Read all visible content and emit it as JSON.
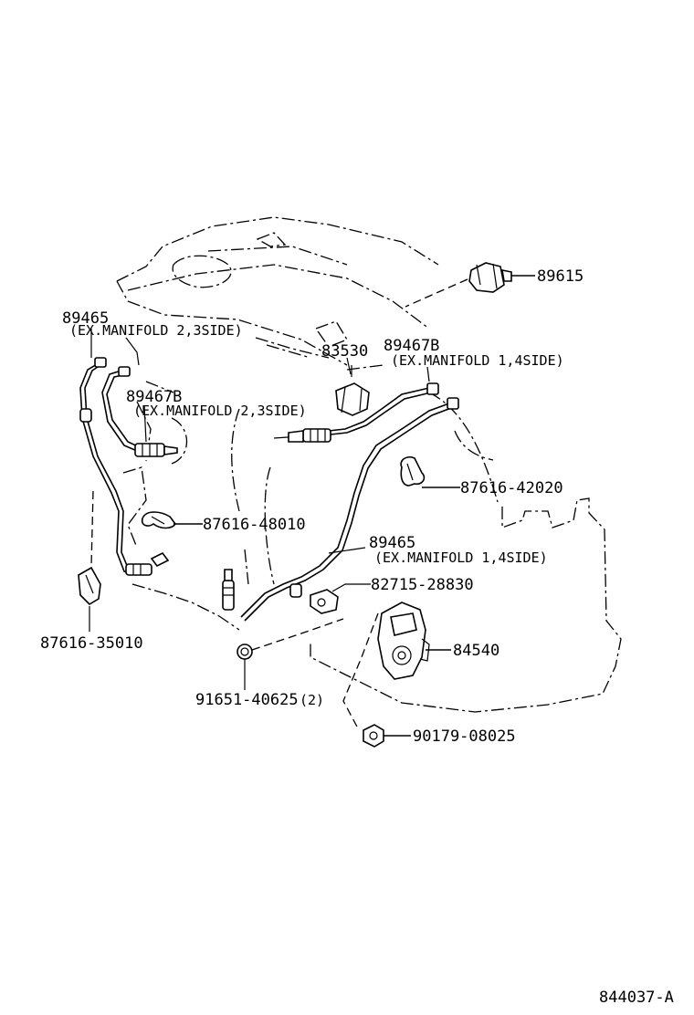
{
  "diagram_id": "844037-A",
  "callouts": {
    "p89615": {
      "number": "89615"
    },
    "p89465_left": {
      "number": "89465",
      "note": "(EX.MANIFOLD 2,3SIDE)"
    },
    "p83530": {
      "number": "83530"
    },
    "p89467b_right": {
      "number": "89467B",
      "note": "(EX.MANIFOLD 1,4SIDE)"
    },
    "p89467b_left": {
      "number": "89467B",
      "note": "(EX.MANIFOLD 2,3SIDE)"
    },
    "p87616_42020": {
      "number": "87616-42020"
    },
    "p87616_48010": {
      "number": "87616-48010"
    },
    "p89465_right": {
      "number": "89465",
      "note": "(EX.MANIFOLD 1,4SIDE)"
    },
    "p82715_28830": {
      "number": "82715-28830"
    },
    "p84540": {
      "number": "84540"
    },
    "p87616_35010": {
      "number": "87616-35010"
    },
    "p91651_40625": {
      "number": "91651-40625",
      "qty": "(2)"
    },
    "p90179_08025": {
      "number": "90179-08025"
    }
  }
}
